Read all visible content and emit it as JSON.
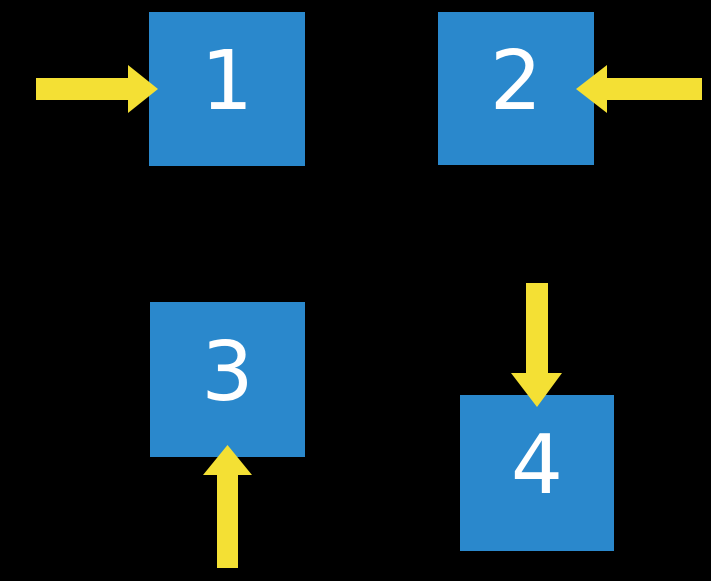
{
  "diagram": {
    "background_color": "#000000",
    "box_color": "#2A88CC",
    "arrow_color": "#F4E034",
    "label_color": "#FFFFFF"
  },
  "boxes": [
    {
      "label": "1",
      "arrow_direction": "right",
      "arrow_side": "left"
    },
    {
      "label": "2",
      "arrow_direction": "left",
      "arrow_side": "right"
    },
    {
      "label": "3",
      "arrow_direction": "up",
      "arrow_side": "bottom"
    },
    {
      "label": "4",
      "arrow_direction": "down",
      "arrow_side": "top"
    }
  ]
}
